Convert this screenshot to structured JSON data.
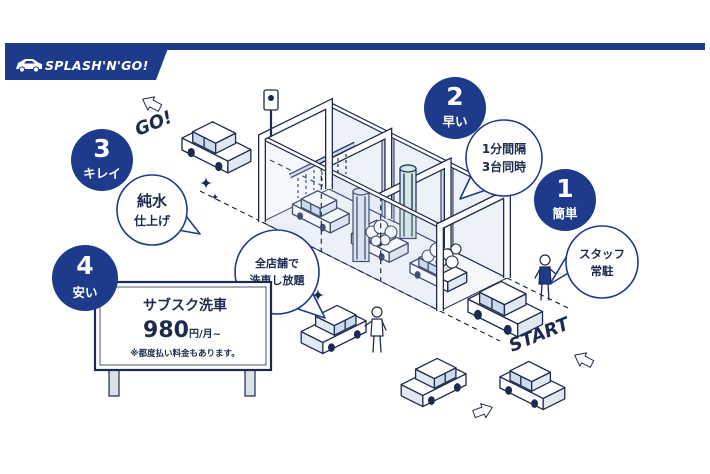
{
  "brand": {
    "logo_text": "SPLASH'N'GO!"
  },
  "features": [
    {
      "number": "1",
      "title": "簡単",
      "bubble": [
        "スタッフ",
        "常駐"
      ]
    },
    {
      "number": "2",
      "title": "早い",
      "bubble": [
        "1分間隔",
        "3台同時"
      ]
    },
    {
      "number": "3",
      "title": "キレイ",
      "bubble": [
        "純水",
        "仕上げ"
      ]
    },
    {
      "number": "4",
      "title": "安い",
      "bubble": [
        "全店舗で",
        "洗車し放題"
      ]
    }
  ],
  "signboard": {
    "title": "サブスク洗車",
    "price": "980",
    "price_unit": "円/月~",
    "note": "※都度払い料金もあります。"
  },
  "ground_labels": {
    "exit": "GO!",
    "entrance": "START"
  },
  "icons": [
    "car-icon",
    "arrow-icon",
    "sparkle-icon",
    "camera-icon",
    "staff-person-icon",
    "brush-icon",
    "foam-icon"
  ],
  "colors": {
    "navy": "#1e3a8a",
    "line": "#1d2a4d",
    "light": "#cdd9ec",
    "teal": "#d3e8e4",
    "paper": "#ffffff"
  }
}
